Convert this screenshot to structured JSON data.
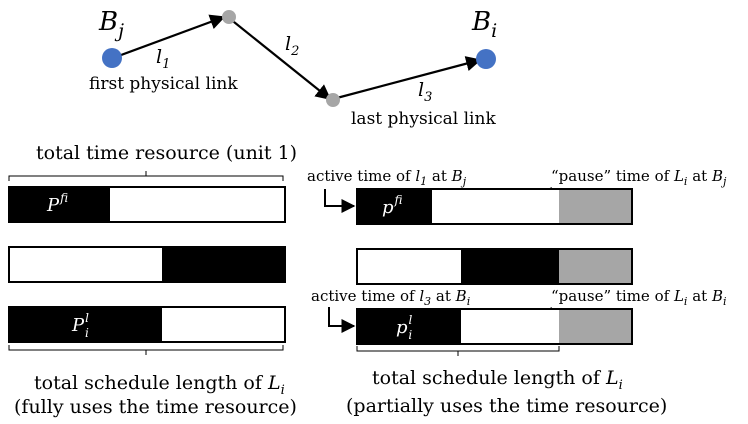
{
  "colors": {
    "node_blue": "#4472C4",
    "node_grey": "#A6A6A6",
    "black": "#000000",
    "pause_grey": "#A6A6A6",
    "white": "#FFFFFF"
  },
  "path": {
    "source_node": {
      "base": "B",
      "sub": "j"
    },
    "dest_node": {
      "base": "B",
      "sub": "i"
    },
    "links": [
      {
        "base": "l",
        "sub": "1"
      },
      {
        "base": "l",
        "sub": "2"
      },
      {
        "base": "l",
        "sub": "3"
      }
    ],
    "first_link_label": "first physical link",
    "last_link_label": "last physical link"
  },
  "left_panel": {
    "top_label": "total time resource (unit 1)",
    "bar1_label": {
      "base": "P",
      "sub": "i",
      "sup": "f"
    },
    "bar3_label": {
      "base": "P",
      "sub": "i",
      "sup": "l"
    },
    "bottom_label_text": "total schedule length of ",
    "bottom_label_var": {
      "base": "L",
      "sub": "i"
    },
    "bottom_label_line2": "(fully uses the time resource)"
  },
  "right_panel": {
    "active1": {
      "pre": "active time of ",
      "link": {
        "base": "l",
        "sub": "1"
      },
      "mid": " at ",
      "node": {
        "base": "B",
        "sub": "j"
      }
    },
    "pause1": {
      "pre": "“pause” time of ",
      "var": {
        "base": "L",
        "sub": "i"
      },
      "mid": " at ",
      "node": {
        "base": "B",
        "sub": "j"
      }
    },
    "active3": {
      "pre": "active time of ",
      "link": {
        "base": "l",
        "sub": "3"
      },
      "mid": " at ",
      "node": {
        "base": "B",
        "sub": "i"
      }
    },
    "pause3": {
      "pre": "“pause” time of ",
      "var": {
        "base": "L",
        "sub": "i"
      },
      "mid": " at ",
      "node": {
        "base": "B",
        "sub": "i"
      }
    },
    "bar1_label": {
      "base": "p",
      "sub": "i",
      "sup": "f"
    },
    "bar3_label": {
      "base": "p",
      "sub": "i",
      "sup": "l"
    },
    "bottom_label_text": "total schedule length of ",
    "bottom_label_var": {
      "base": "L",
      "sub": "i"
    },
    "bottom_label_line2": "(partially uses the time resource)"
  }
}
